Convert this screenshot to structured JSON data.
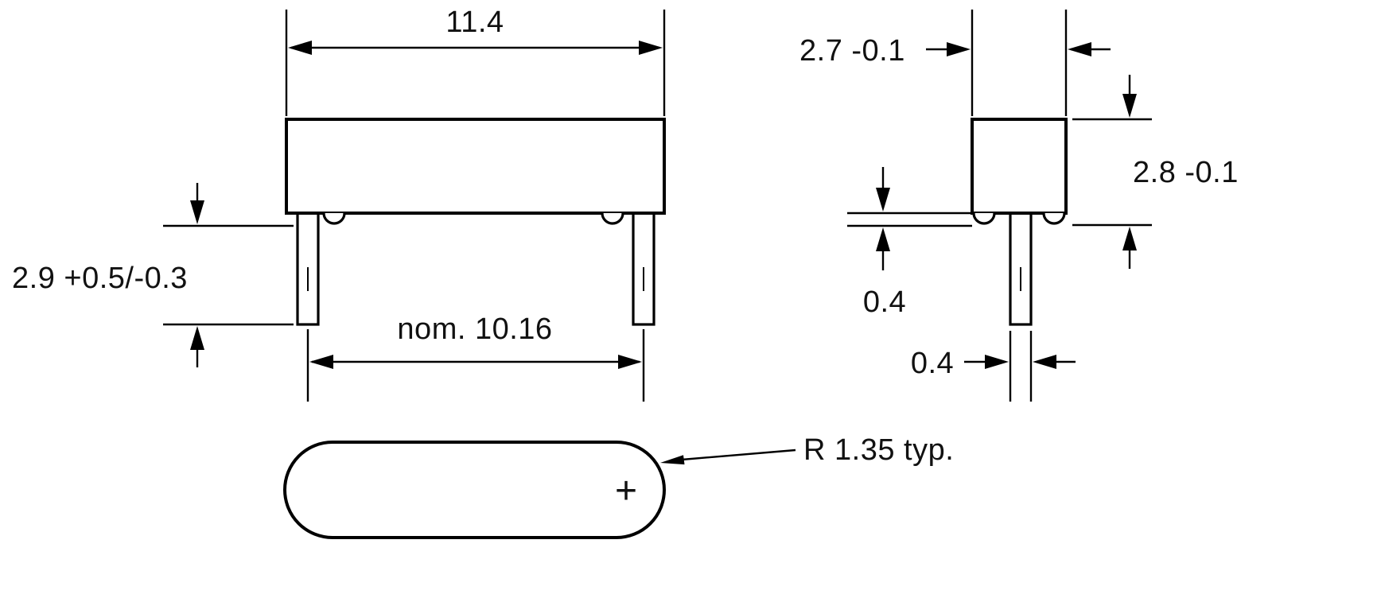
{
  "front_view": {
    "width_dim": "11.4",
    "lead_length_dim": "2.9 +0.5/-0.3",
    "lead_spacing_dim": "nom. 10.16"
  },
  "side_view": {
    "width_dim": "2.7 -0.1",
    "height_dim": "2.8 -0.1",
    "standoff_dim": "0.4",
    "lead_thickness_dim": "0.4"
  },
  "bottom_view": {
    "corner_radius_dim": "R 1.35 typ.",
    "plus_mark": "+"
  },
  "icons": {
    "dimension_arrows": "filled-triangle-arrowheads",
    "plus_mark": "registration-cross"
  },
  "colors": {
    "line": "#000000",
    "text": "#111111",
    "background": "#ffffff"
  }
}
